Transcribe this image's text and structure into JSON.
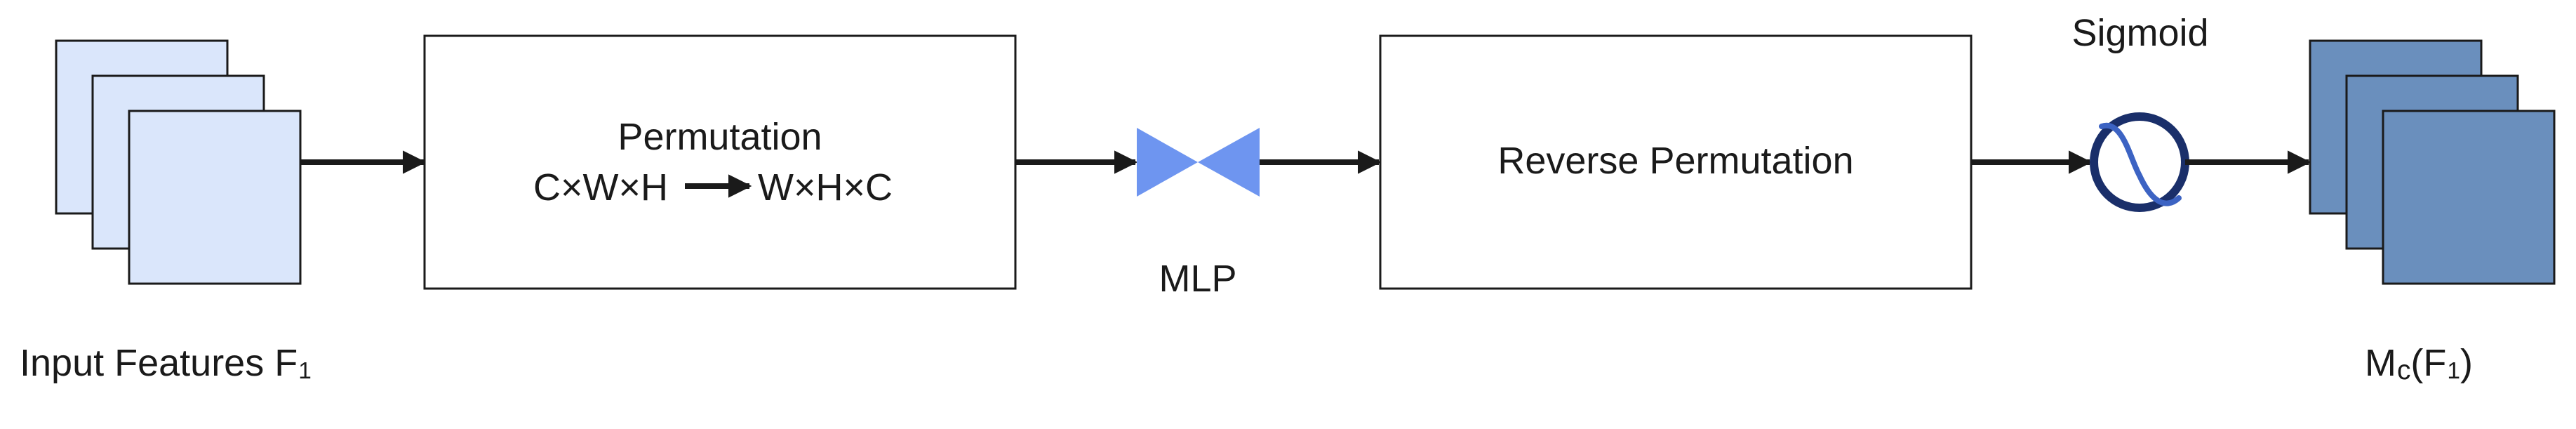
{
  "input": {
    "label": "Input Features F",
    "subscript": "1"
  },
  "permutation": {
    "title": "Permutation",
    "from": "C×W×H",
    "to": "W×H×C"
  },
  "mlp": {
    "label": "MLP"
  },
  "reverse": {
    "label": "Reverse Permutation"
  },
  "sigmoid": {
    "label": "Sigmoid"
  },
  "output": {
    "m": "M",
    "sub_c": "c",
    "open": "(F",
    "sub_1": "1",
    "close": ")"
  },
  "colors": {
    "input_fill": "#dae6fb",
    "output_fill": "#6a8fbd",
    "mlp_fill": "#6e95f0",
    "sigmoid_ring": "#1a2f6a",
    "sigmoid_curve": "#3c63c3",
    "arrow": "#1a1a1a"
  }
}
